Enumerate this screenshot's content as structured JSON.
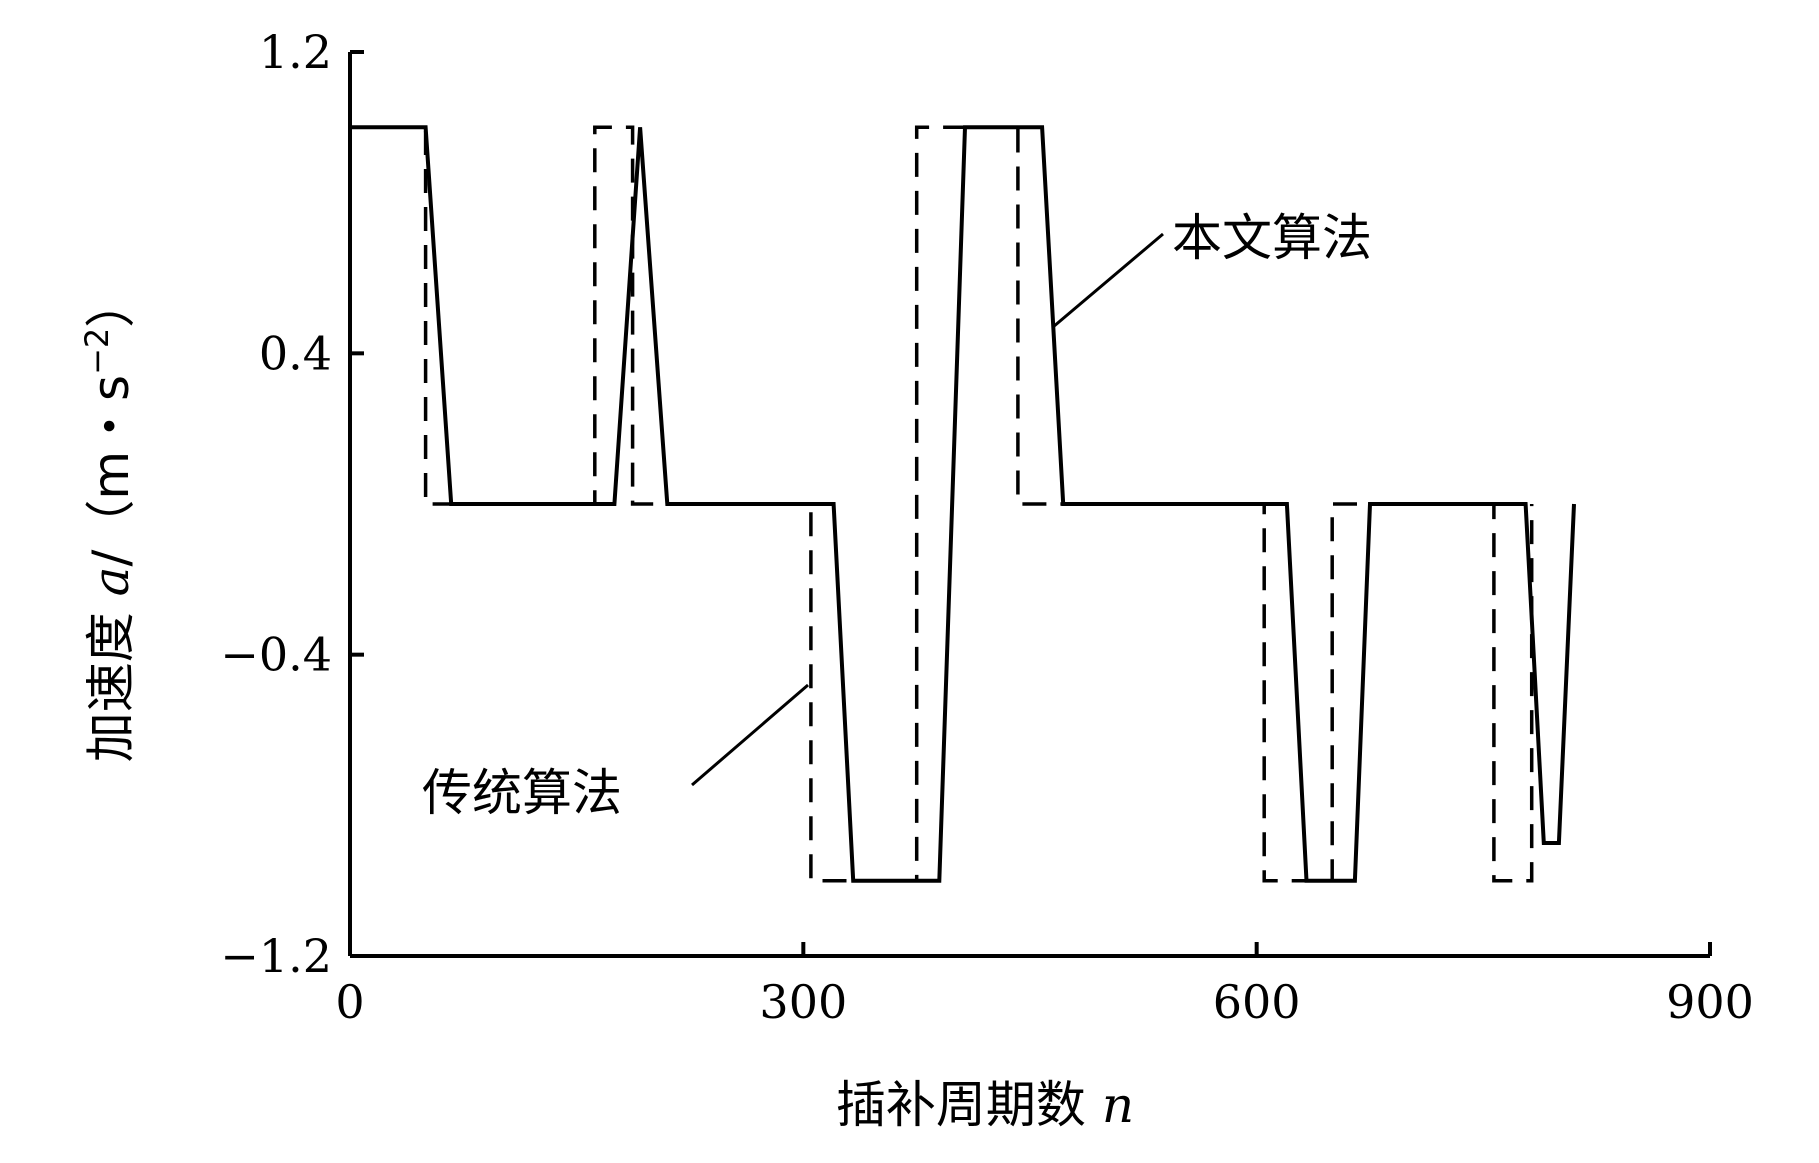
{
  "chart_data": {
    "type": "line",
    "title": "",
    "xlabel_text": "插补周期数 ",
    "xlabel_var": "n",
    "ylabel_text": "加速度 ",
    "ylabel_var": "a",
    "ylabel_unit": "/（m・s",
    "ylabel_sup": "−2",
    "ylabel_close": "）",
    "xlim": [
      0,
      900
    ],
    "ylim": [
      -1.2,
      1.2
    ],
    "x_ticks": [
      0,
      300,
      600,
      900
    ],
    "x_tick_labels": [
      "0",
      "300",
      "600",
      "900"
    ],
    "y_ticks": [
      1.2,
      0.4,
      -0.4,
      -1.2
    ],
    "y_tick_labels": [
      "1.2",
      "0.4",
      "−0.4",
      "−1.2"
    ],
    "grid": false,
    "legend": "none",
    "annotations": [
      {
        "text": "本文算法",
        "series": "本文算法"
      },
      {
        "text": "传统算法",
        "series": "传统算法"
      }
    ],
    "series": [
      {
        "name": "本文算法",
        "style": "solid",
        "color": "#000000",
        "points": [
          [
            0,
            0.8
          ],
          [
            0,
            1.0
          ],
          [
            50,
            1.0
          ],
          [
            67,
            0.0
          ],
          [
            175,
            0.0
          ],
          [
            192,
            1.0
          ],
          [
            210,
            0.0
          ],
          [
            320,
            0.0
          ],
          [
            333,
            -1.0
          ],
          [
            390,
            -1.0
          ],
          [
            407,
            1.0
          ],
          [
            458,
            1.0
          ],
          [
            472,
            0.0
          ],
          [
            620,
            0.0
          ],
          [
            633,
            -1.0
          ],
          [
            665,
            -1.0
          ],
          [
            675,
            0.0
          ],
          [
            778,
            0.0
          ],
          [
            790,
            -0.9
          ],
          [
            800,
            -0.9
          ],
          [
            810,
            0.0
          ]
        ]
      },
      {
        "name": "传统算法",
        "style": "dashed",
        "color": "#000000",
        "points": [
          [
            0,
            0.0
          ],
          [
            0,
            1.0
          ],
          [
            50,
            1.0
          ],
          [
            50,
            0.0
          ],
          [
            162,
            0.0
          ],
          [
            162,
            1.0
          ],
          [
            187,
            1.0
          ],
          [
            187,
            0.0
          ],
          [
            305,
            0.0
          ],
          [
            305,
            -1.0
          ],
          [
            375,
            -1.0
          ],
          [
            375,
            1.0
          ],
          [
            442,
            1.0
          ],
          [
            442,
            0.0
          ],
          [
            605,
            0.0
          ],
          [
            605,
            -1.0
          ],
          [
            650,
            -1.0
          ],
          [
            650,
            0.0
          ],
          [
            757,
            0.0
          ],
          [
            757,
            -1.0
          ],
          [
            782,
            -1.0
          ],
          [
            782,
            0.0
          ]
        ]
      }
    ]
  }
}
